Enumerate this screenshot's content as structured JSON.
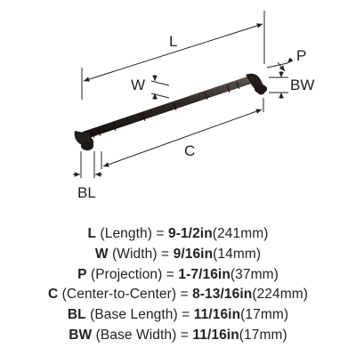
{
  "labels": {
    "L": "L",
    "W": "W",
    "P": "P",
    "BW": "BW",
    "C": "C",
    "BL": "BL"
  },
  "specs": [
    {
      "symbol": "L",
      "name": " (Length) = ",
      "value": "9-1/2in",
      "metric": "(241mm)"
    },
    {
      "symbol": "W",
      "name": " (Width) = ",
      "value": "9/16in",
      "metric": "(14mm)"
    },
    {
      "symbol": "P",
      "name": " (Projection) = ",
      "value": "1-7/16in",
      "metric": "(37mm)"
    },
    {
      "symbol": "C",
      "name": " (Center-to-Center) = ",
      "value": "8-13/16in",
      "metric": "(224mm)"
    },
    {
      "symbol": "BL",
      "name": " (Base Length) = ",
      "value": "11/16in",
      "metric": "(17mm)"
    },
    {
      "symbol": "BW",
      "name": " (Base Width) = ",
      "value": "11/16in",
      "metric": "(17mm)"
    }
  ],
  "colors": {
    "line": "#222222",
    "handle": "#2b2623"
  }
}
